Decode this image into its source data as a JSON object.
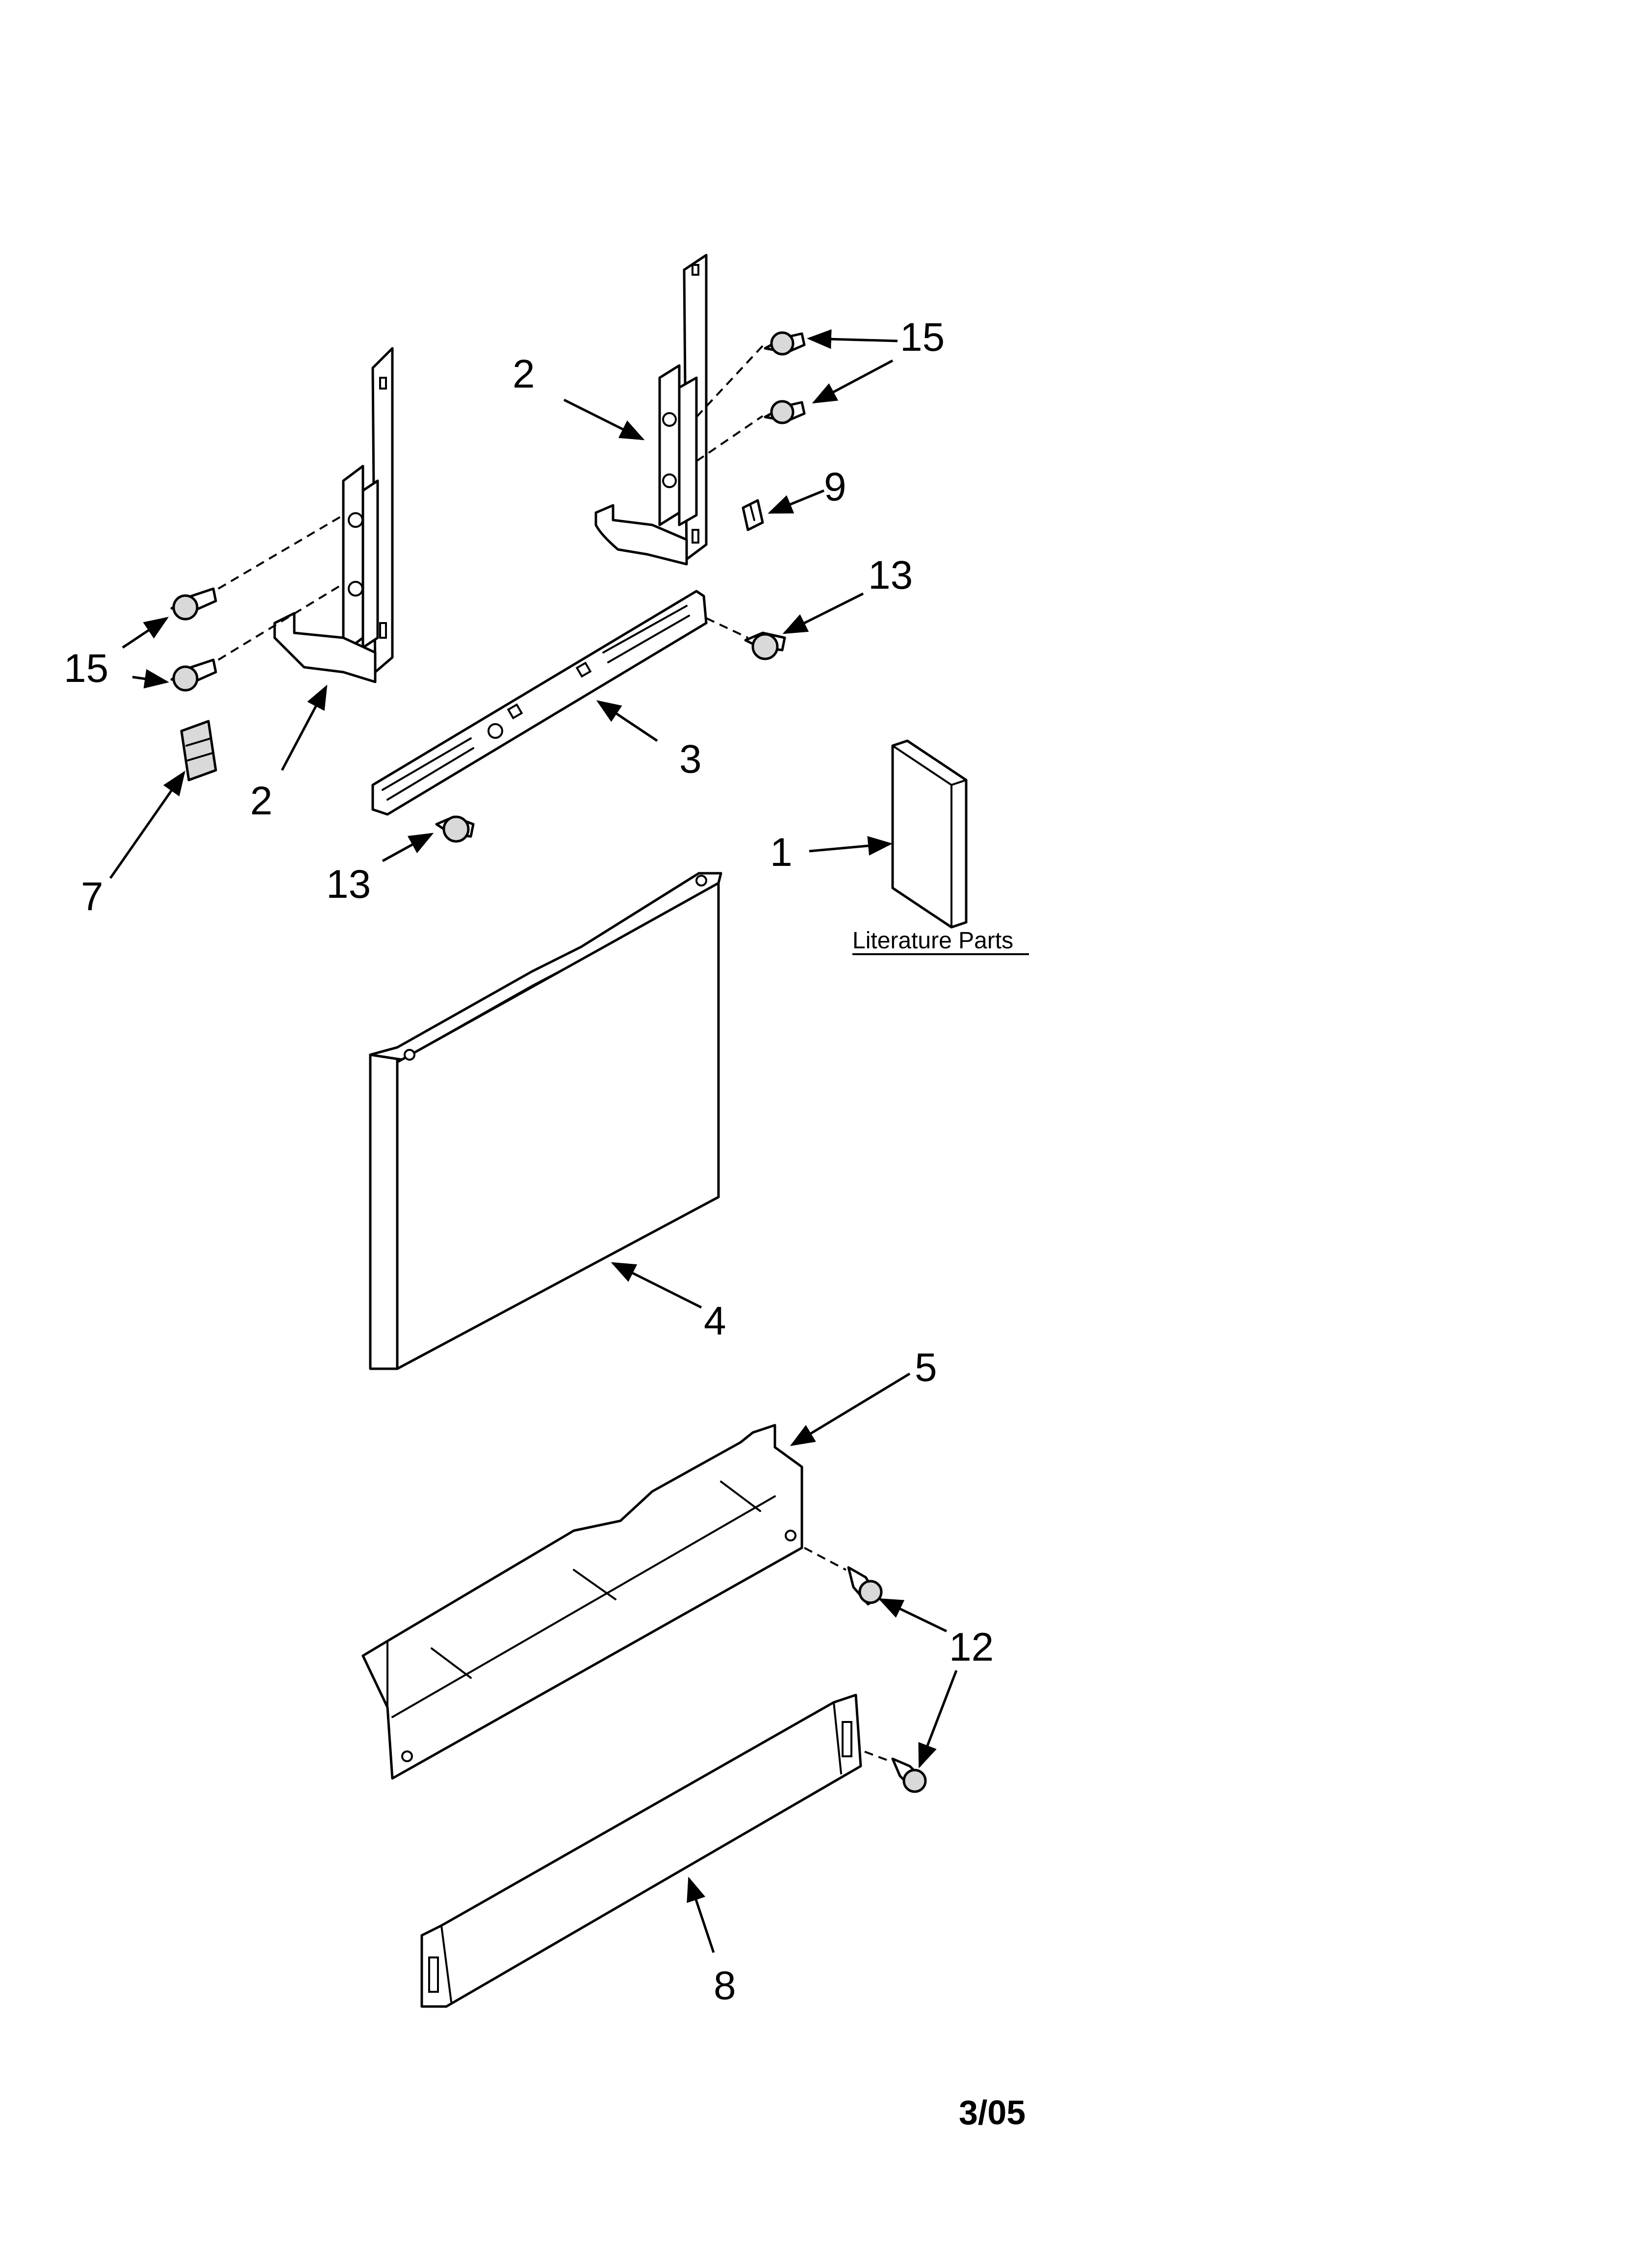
{
  "callouts": {
    "c15_top": "15",
    "c2_top": "2",
    "c9": "9",
    "c13_right": "13",
    "c15_left": "15",
    "c2_left": "2",
    "c3": "3",
    "c7": "7",
    "c13_left": "13",
    "c1": "1",
    "c4": "4",
    "c5": "5",
    "c12": "12",
    "c8": "8"
  },
  "literature_label": "Literature Parts",
  "date_code": "3/05"
}
